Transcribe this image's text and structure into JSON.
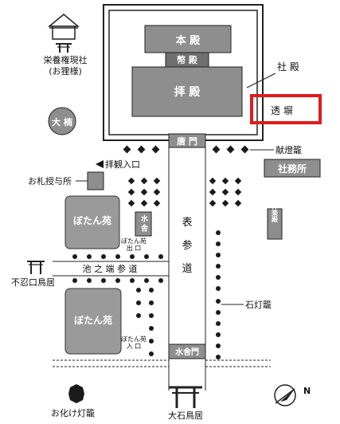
{
  "map": {
    "labels": {
      "honden": "本 殿",
      "heiden": "幣 殿",
      "haiden": "拝 殿",
      "shaden": "社 殿",
      "sukibei": "透 塀",
      "eiyou_shrine": "栄養権現社",
      "eiyou_shrine_sub": "(お狸様)",
      "ookusu": "大 楠",
      "karamon": "唐 門",
      "kentoro": "献燈籠",
      "shamusho": "社務所",
      "haikan_iriguchi": "拝観入口",
      "ofuda": "お札授与所",
      "botanen_1": "ぼたん苑",
      "botanen_2": "ぼたん苑",
      "mizuya": "水 舎",
      "botanen_exit": "ぼたん苑",
      "botanen_exit_sub": "出 口",
      "ikenohata": "池 之 端 参 道",
      "shinobazu_torii": "不忍口鳥居",
      "omotesando_1": "表",
      "omotesando_2": "参",
      "omotesando_3": "道",
      "ishidoro": "石灯籠",
      "kaguraden": "神楽殿",
      "botanen_entrance": "ぼたん苑",
      "botanen_entrance_sub": "入 口",
      "mizuyamon": "水舎門",
      "obake_toro": "お化け灯籠",
      "ooishi_torii": "大石鳥居",
      "north": "N"
    },
    "highlight_color": "#e01b1b",
    "building_color": "#8e8e8e",
    "lantern_color": "#1a1a1a",
    "icons": [
      "torii-icon",
      "small-shrine-icon",
      "lantern-icon",
      "compass-north-icon",
      "arrow-left-icon"
    ]
  }
}
